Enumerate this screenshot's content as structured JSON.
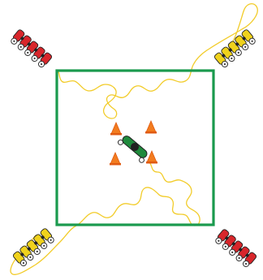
{
  "colors": {
    "background": "#ffffff",
    "boundary_square": "#1a9a4e",
    "path_line": "#f2cc2a",
    "cone": "#f27c1f",
    "cone_dark": "#e05a10",
    "center_vehicle": "#1f8a3c",
    "red_vehicle": "#d8262b",
    "yellow_vehicle": "#f0d21c",
    "vehicle_outline": "#222222",
    "wheel_outline": "#333333"
  },
  "icons": {
    "cone": "traffic-cone-icon",
    "vehicle": "snake-robot-icon",
    "boundary": "square-arena"
  },
  "scene": {
    "boundary": {
      "shape": "square"
    },
    "cones": {
      "count": 4
    },
    "center_vehicle": {
      "color": "green"
    },
    "corner_vehicles": [
      {
        "corner": "top-left",
        "color": "red"
      },
      {
        "corner": "top-right",
        "color": "yellow"
      },
      {
        "corner": "bottom-left",
        "color": "yellow"
      },
      {
        "corner": "bottom-right",
        "color": "red"
      }
    ],
    "paths": [
      {
        "from": "top-right",
        "to": "center"
      },
      {
        "from": "bottom-left",
        "to": "center"
      }
    ]
  }
}
